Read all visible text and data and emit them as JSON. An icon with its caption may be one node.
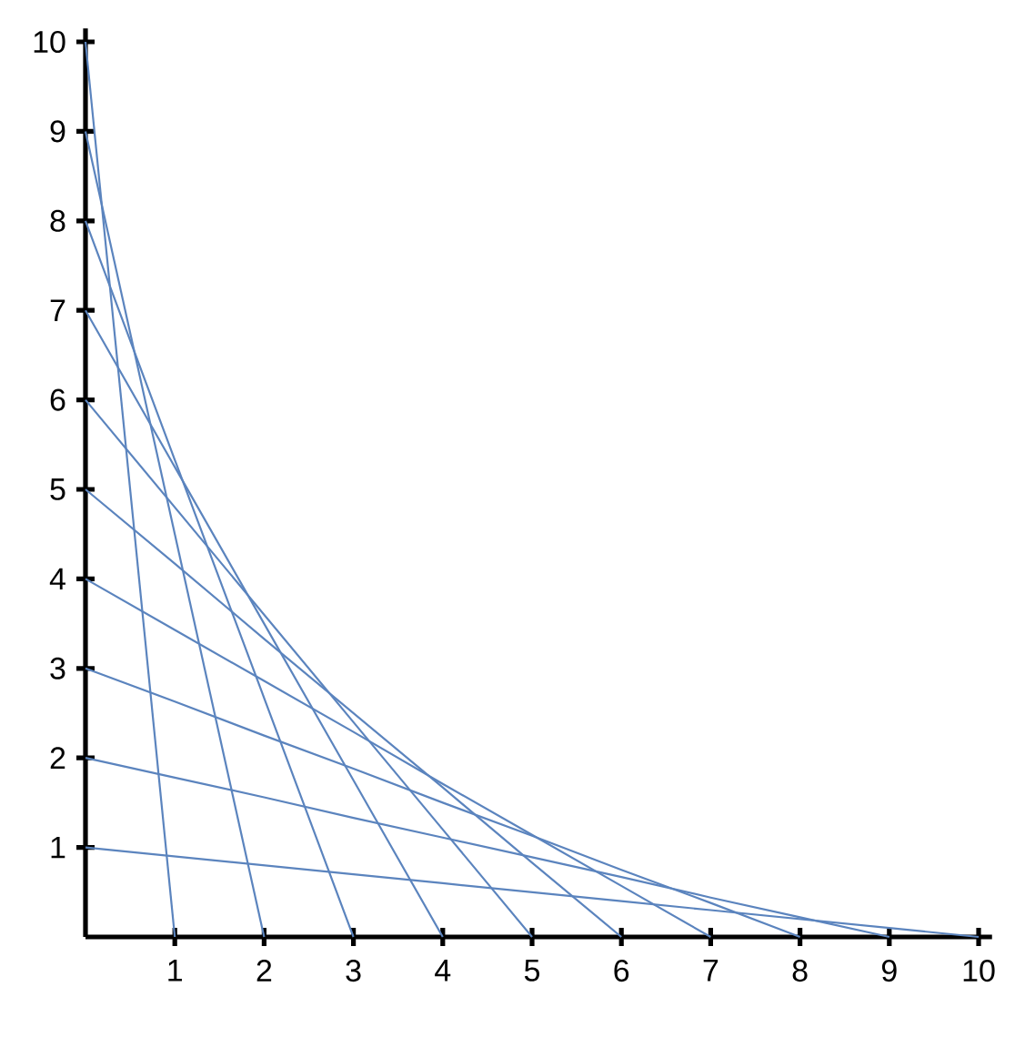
{
  "diagram": {
    "chart_data": {
      "type": "line",
      "x": [
        0,
        1,
        2,
        3,
        4,
        5,
        6,
        7,
        8,
        9,
        10
      ],
      "series": [
        {
          "color": "#5b84be",
          "values": [
            1,
            0.9,
            0.8,
            0.7,
            0.6,
            0.5,
            0.4,
            0.3,
            0.2,
            0.1,
            0
          ]
        },
        {
          "color": "#5b84be",
          "values": [
            2,
            1.78,
            1.56,
            1.33,
            1.11,
            0.89,
            0.67,
            0.44,
            0.22,
            0,
            null
          ]
        },
        {
          "color": "#5b84be",
          "values": [
            3,
            2.63,
            2.25,
            1.88,
            1.5,
            1.13,
            0.75,
            0.38,
            0,
            null,
            null
          ]
        },
        {
          "color": "#5b84be",
          "values": [
            4,
            3.43,
            2.86,
            2.29,
            1.71,
            1.14,
            0.57,
            0,
            null,
            null,
            null
          ]
        },
        {
          "color": "#5b84be",
          "values": [
            5,
            4.17,
            3.33,
            2.5,
            1.67,
            0.83,
            0,
            null,
            null,
            null,
            null
          ]
        },
        {
          "color": "#5b84be",
          "values": [
            6,
            4.8,
            3.6,
            2.4,
            1.2,
            0,
            null,
            null,
            null,
            null,
            null
          ]
        },
        {
          "color": "#5b84be",
          "values": [
            7,
            5.25,
            3.5,
            1.75,
            0,
            null,
            null,
            null,
            null,
            null,
            null
          ]
        },
        {
          "color": "#5b84be",
          "values": [
            8,
            5.33,
            2.67,
            0,
            null,
            null,
            null,
            null,
            null,
            null,
            null
          ]
        },
        {
          "color": "#5b84be",
          "values": [
            9,
            4.5,
            0,
            null,
            null,
            null,
            null,
            null,
            null,
            null,
            null
          ]
        },
        {
          "color": "#5b84be",
          "values": [
            10,
            0,
            null,
            null,
            null,
            null,
            null,
            null,
            null,
            null,
            null
          ]
        }
      ],
      "xlim": [
        0,
        10.15
      ],
      "ylim": [
        0,
        10.15
      ],
      "xticks": [
        1,
        2,
        3,
        4,
        5,
        6,
        7,
        8,
        9,
        10
      ],
      "yticks": [
        1,
        2,
        3,
        4,
        5,
        6,
        7,
        8,
        9,
        10
      ]
    }
  }
}
